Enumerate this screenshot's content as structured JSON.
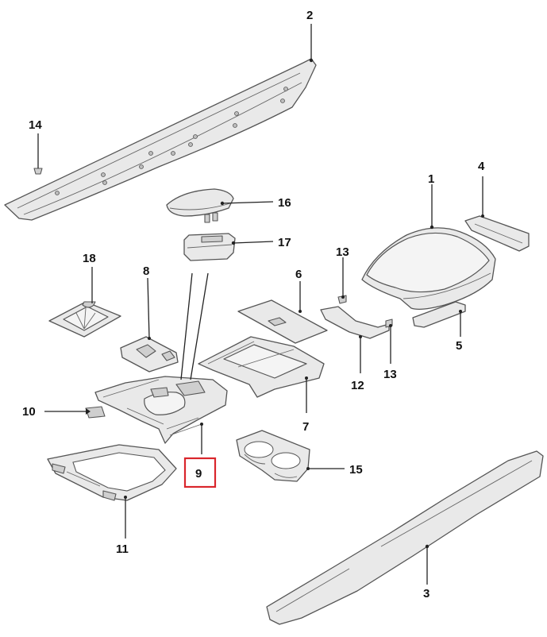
{
  "diagram": {
    "highlight_color": "#d9262c",
    "highlighted_callout": "9",
    "callouts": [
      {
        "id": "c1",
        "label": "1",
        "part": "armrest-lid"
      },
      {
        "id": "c2",
        "label": "2",
        "part": "upper-trim-panel"
      },
      {
        "id": "c3",
        "label": "3",
        "part": "side-trim-panel"
      },
      {
        "id": "c4",
        "label": "4",
        "part": "hinge-plate"
      },
      {
        "id": "c5",
        "label": "5",
        "part": "small-cover"
      },
      {
        "id": "c6",
        "label": "6",
        "part": "mat-pad"
      },
      {
        "id": "c7",
        "label": "7",
        "part": "console-tray"
      },
      {
        "id": "c8",
        "label": "8",
        "part": "switch-bezel"
      },
      {
        "id": "c9",
        "label": "9",
        "part": "console-upper-panel"
      },
      {
        "id": "c10",
        "label": "10",
        "part": "small-clip"
      },
      {
        "id": "c11",
        "label": "11",
        "part": "console-frame"
      },
      {
        "id": "c12",
        "label": "12",
        "part": "bracket"
      },
      {
        "id": "c13a",
        "label": "13",
        "part": "screw"
      },
      {
        "id": "c13b",
        "label": "13",
        "part": "screw"
      },
      {
        "id": "c14",
        "label": "14",
        "part": "clip"
      },
      {
        "id": "c15",
        "label": "15",
        "part": "cup-holder"
      },
      {
        "id": "c16",
        "label": "16",
        "part": "storage-lid"
      },
      {
        "id": "c17",
        "label": "17",
        "part": "usb-jack"
      },
      {
        "id": "c18",
        "label": "18",
        "part": "shift-boot"
      }
    ]
  }
}
